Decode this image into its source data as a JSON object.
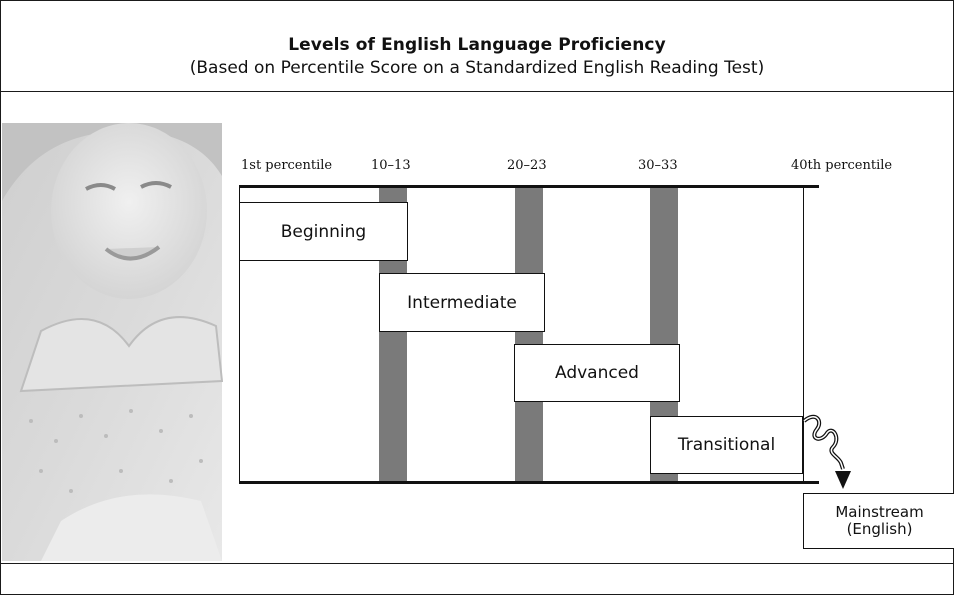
{
  "header": {
    "title": "Levels of English Language Proficiency",
    "subtitle": "(Based on Percentile Score on a Standardized English Reading Test)"
  },
  "scale": {
    "ticks": [
      {
        "label": "1st percentile"
      },
      {
        "label": "10–13"
      },
      {
        "label": "20–23"
      },
      {
        "label": "30–33"
      },
      {
        "label": "40th percentile"
      }
    ]
  },
  "levels": [
    {
      "label": "Beginning"
    },
    {
      "label": "Intermediate"
    },
    {
      "label": "Advanced"
    },
    {
      "label": "Transitional"
    }
  ],
  "outcome": {
    "line1": "Mainstream",
    "line2": "(English)"
  },
  "colors": {
    "band": "#7a7a7a",
    "line": "#111111",
    "photo_tint": "#d8d8d8"
  },
  "photo": {
    "icon": "child-photo-icon"
  }
}
